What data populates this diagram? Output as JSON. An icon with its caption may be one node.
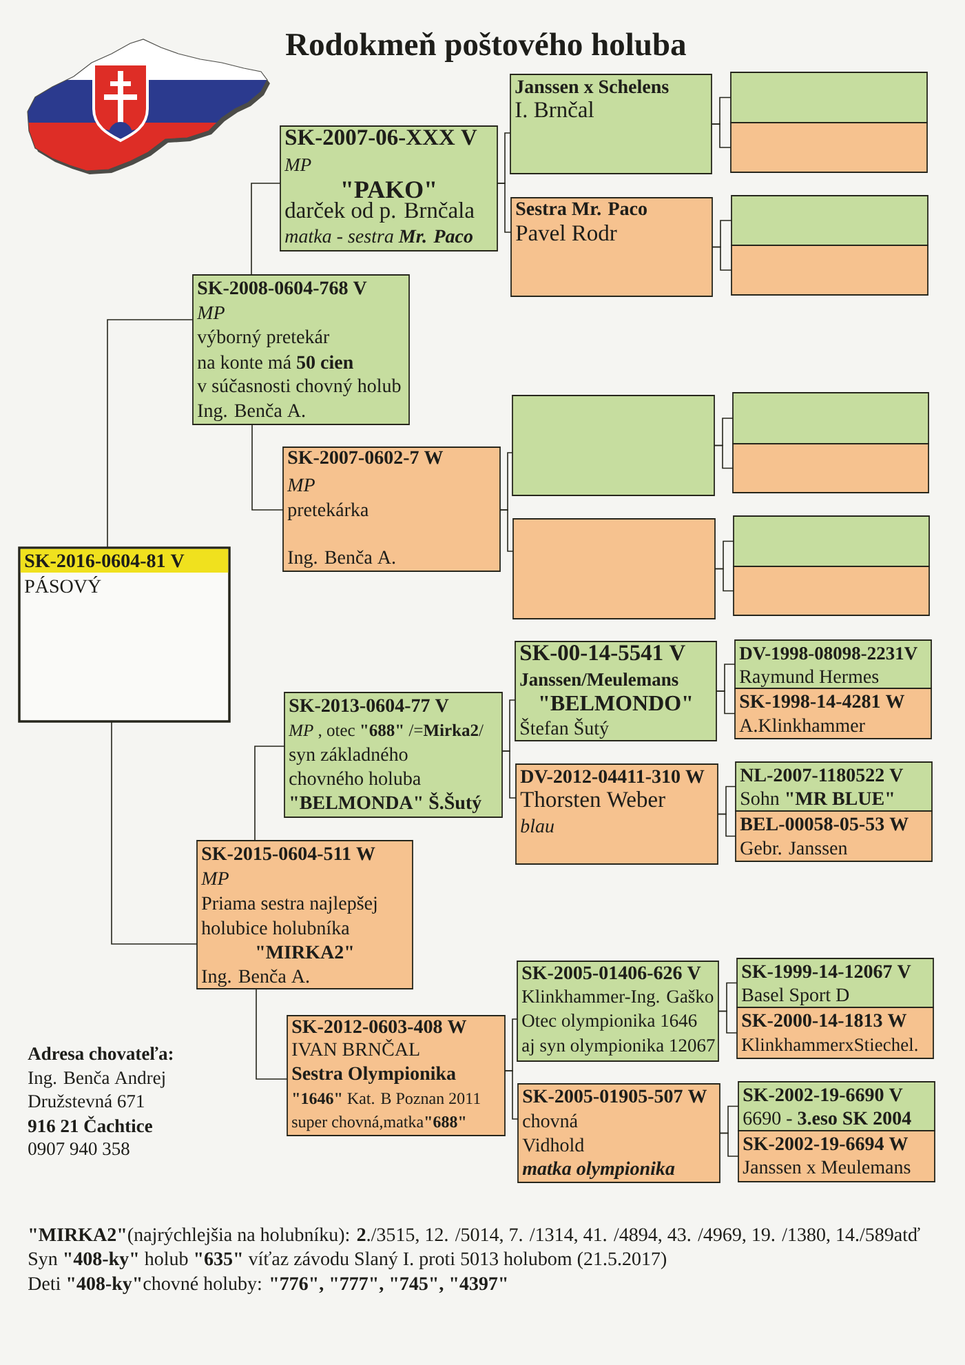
{
  "diagram": {
    "title": "Rodokmeň poštového holuba",
    "nodes": [
      {
        "text": [
          "SK-2016-0604-81 V",
          "PÁSOVÝ"
        ]
      },
      {
        "text": [
          "SK-2008-0604-768 V",
          "MP",
          "výborný pretekár",
          "na konte má **50 cien**",
          "v súčasnosti chovný holub",
          "Ing. Benča A."
        ]
      },
      {
        "text": [
          "SK-2015-0604-511 W",
          "MP",
          "Priama sestra najlepšej",
          "holubice holubníka",
          "\"MIRKA2\"",
          "Ing. Benča A."
        ]
      },
      {
        "text": [
          "SK-2007-06-XXX V",
          "MP",
          "\"PAKO\"",
          "darček od p. Brnčala",
          "matka - sestra **Mr. Paco**"
        ]
      },
      {
        "text": [
          "SK-2007-0602-7 W",
          "MP",
          "pretekárka",
          "Ing. Benča A."
        ]
      },
      {
        "text": [
          "SK-2013-0604-77 V",
          "*MP* , otec **\"688\"** /=**Mirka2**/",
          "syn základného",
          "chovného holuba",
          "\"BELMONDA\" Š.Šutý"
        ]
      },
      {
        "text": [
          "SK-2012-0603-408 W",
          "IVAN BRNČAL",
          "Sestra Olympionika",
          "**\"1646\"** Kat. B Poznan 2011",
          "super chovná,matka**\"688\"**"
        ]
      },
      {
        "text": [
          "Janssen x Schelens",
          "I. Brnčal"
        ]
      },
      {
        "text": [
          "Sestra Mr. Paco",
          "Pavel Rodr"
        ]
      },
      {
        "text": [],
        "shape": "box"
      },
      {
        "text": [],
        "shape": "box"
      },
      {
        "text": [
          "SK-00-14-5541 V",
          "Janssen/Meulemans",
          "\"BELMONDO\"",
          "Štefan Šutý"
        ]
      },
      {
        "text": [
          "DV-2012-04411-310 W",
          "Thorsten Weber",
          "blau"
        ]
      },
      {
        "text": [
          "SK-2005-01406-626 V",
          "Klinkhammer-Ing. Gaško",
          "Otec olympionika 1646",
          "aj syn olympionika 12067"
        ]
      },
      {
        "text": [
          "SK-2005-01905-507 W",
          "chovná",
          "Vidhold",
          "matka olympionika"
        ]
      },
      {
        "text": [],
        "shape": "box"
      },
      {
        "text": [],
        "shape": "box"
      },
      {
        "text": [],
        "shape": "box"
      },
      {
        "text": [],
        "shape": "box"
      },
      {
        "text": [],
        "shape": "box"
      },
      {
        "text": [],
        "shape": "box"
      },
      {
        "text": [],
        "shape": "box"
      },
      {
        "text": [],
        "shape": "box"
      },
      {
        "text": [
          "DV-1998-08098-2231V",
          "Raymund Hermes"
        ]
      },
      {
        "text": [
          "SK-1998-14-4281 W",
          "A.Klinkhammer"
        ]
      },
      {
        "text": [
          "NL-2007-1180522 V",
          "Sohn **\"MR BLUE\"**"
        ]
      },
      {
        "text": [
          "BEL-00058-05-53 W",
          "Gebr. Janssen"
        ]
      },
      {
        "text": [
          "SK-1999-14-12067 V",
          "Basel Sport D"
        ]
      },
      {
        "text": [
          "SK-2000-14-1813 W",
          "KlinkhammerxStiechel."
        ]
      },
      {
        "text": [
          "SK-2002-19-6690 V",
          "6690 - **3.eso SK 2004**"
        ]
      },
      {
        "text": [
          "SK-2002-19-6694 W",
          "Janssen x Meulemans"
        ]
      }
    ],
    "edges": [
      {
        "from": 0,
        "to": 1,
        "arrow": "none"
      },
      {
        "from": 0,
        "to": 2,
        "arrow": "none"
      },
      {
        "from": 1,
        "to": 3,
        "arrow": "none"
      },
      {
        "from": 1,
        "to": 4,
        "arrow": "none"
      },
      {
        "from": 2,
        "to": 5,
        "arrow": "none"
      },
      {
        "from": 2,
        "to": 6,
        "arrow": "none"
      },
      {
        "from": 3,
        "to": 7,
        "arrow": "none"
      },
      {
        "from": 3,
        "to": 8,
        "arrow": "none"
      },
      {
        "from": 4,
        "to": 9,
        "arrow": "none"
      },
      {
        "from": 4,
        "to": 10,
        "arrow": "none"
      },
      {
        "from": 5,
        "to": 11,
        "arrow": "none"
      },
      {
        "from": 5,
        "to": 12,
        "arrow": "none"
      },
      {
        "from": 6,
        "to": 13,
        "arrow": "none"
      },
      {
        "from": 6,
        "to": 14,
        "arrow": "none"
      },
      {
        "from": 7,
        "to": 15,
        "arrow": "none"
      },
      {
        "from": 7,
        "to": 16,
        "arrow": "none"
      },
      {
        "from": 8,
        "to": 17,
        "arrow": "none"
      },
      {
        "from": 8,
        "to": 18,
        "arrow": "none"
      },
      {
        "from": 9,
        "to": 19,
        "arrow": "none"
      },
      {
        "from": 9,
        "to": 20,
        "arrow": "none"
      },
      {
        "from": 10,
        "to": 21,
        "arrow": "none"
      },
      {
        "from": 10,
        "to": 22,
        "arrow": "none"
      },
      {
        "from": 11,
        "to": 23,
        "arrow": "none"
      },
      {
        "from": 11,
        "to": 24,
        "arrow": "none"
      },
      {
        "from": 12,
        "to": 25,
        "arrow": "none"
      },
      {
        "from": 12,
        "to": 26,
        "arrow": "none"
      },
      {
        "from": 13,
        "to": 27,
        "arrow": "none"
      },
      {
        "from": 13,
        "to": 28,
        "arrow": "none"
      },
      {
        "from": 14,
        "to": 29,
        "arrow": "none"
      },
      {
        "from": 14,
        "to": 30,
        "arrow": "none"
      }
    ],
    "labels": [
      "Adresa chovateľa:",
      "Ing. Benča Andrej",
      "Družstevná 671",
      "916 21 Čachtice",
      "0907 940 358",
      "**\"MIRKA2\"**(najrýchlejšia na holubníku): **2**./3515, 12. /5014, 7. /1314, 41. /4894, 43. /4969, 19. /1380, 14./589atď",
      "Syn **\"408-ky\"** holub **\"635\"** víťaz závodu Slaný I. proti 5013 holubom (21.5.2017)",
      "Deti **\"408-ky\"**chovné holuby: **\"776\", \"777\", \"745\", \"4397\"**"
    ]
  }
}
